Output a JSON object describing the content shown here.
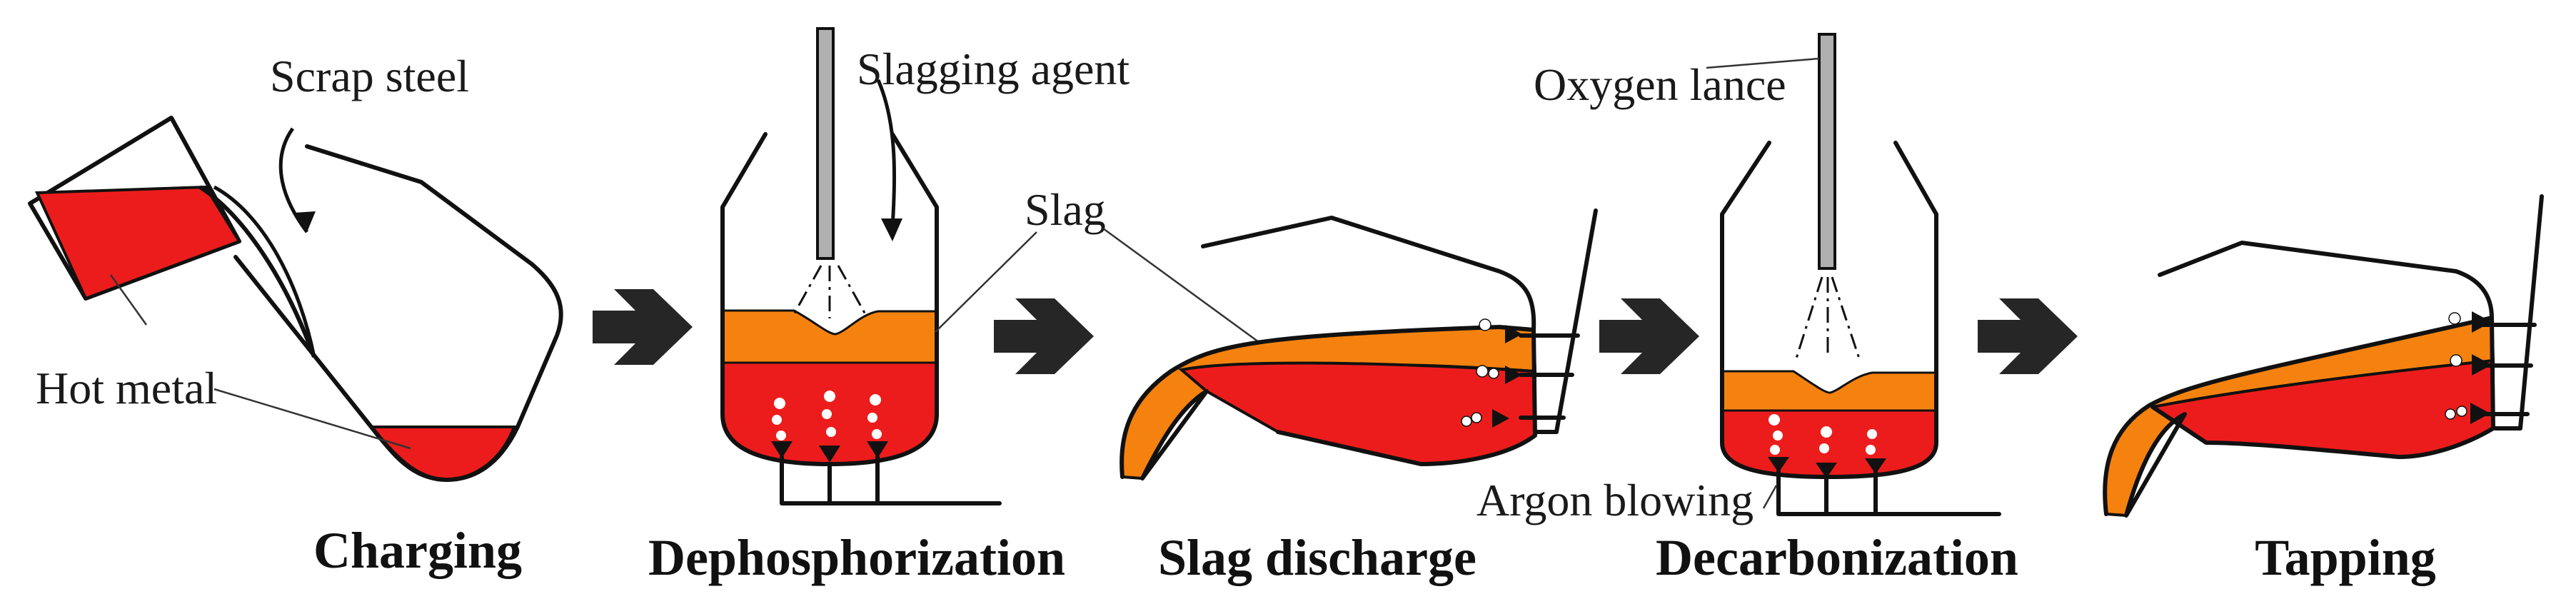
{
  "labels": {
    "scrap_steel": "Scrap steel",
    "hot_metal": "Hot metal",
    "slagging_agent": "Slagging agent",
    "slag": "Slag",
    "oxygen_lance": "Oxygen lance",
    "argon_blowing": "Argon blowing"
  },
  "stages": [
    {
      "title": "Charging"
    },
    {
      "title": "Dephosphorization"
    },
    {
      "title": "Slag discharge"
    },
    {
      "title": "Decarbonization"
    },
    {
      "title": "Tapping"
    }
  ],
  "colors": {
    "hot_metal": "#ed1c1c",
    "slag": "#f5820f",
    "arrow": "#262626",
    "lance": "#b0b0b0",
    "outline": "#111111"
  }
}
